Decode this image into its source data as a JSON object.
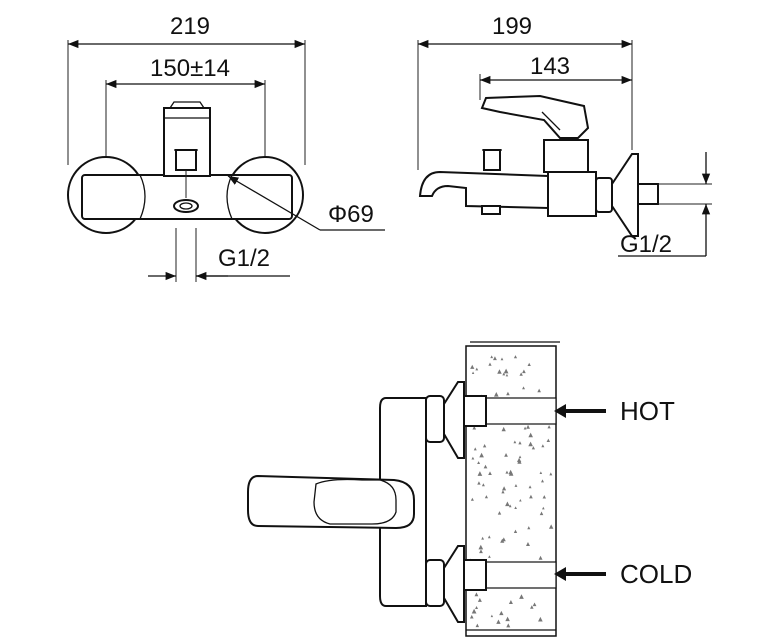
{
  "front_view": {
    "overall_width": "219",
    "center_distance": "150±14",
    "flange_diameter": "Φ69",
    "thread_size": "G1/2"
  },
  "side_view": {
    "overall_depth": "199",
    "spout_depth": "143",
    "thread_size": "G1/2"
  },
  "install_view": {
    "hot_label": "HOT",
    "cold_label": "COLD"
  }
}
